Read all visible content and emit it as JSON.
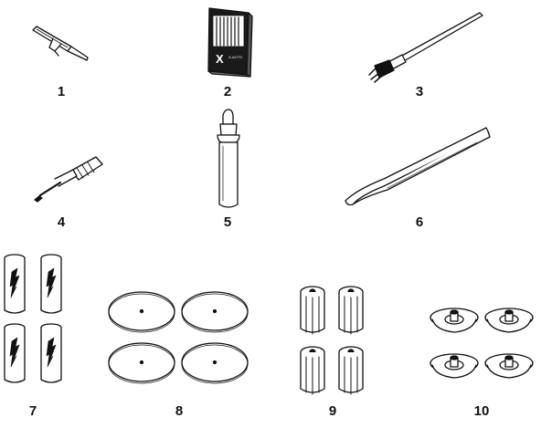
{
  "items": [
    {
      "number": "1",
      "icon": "cutter-tool-icon"
    },
    {
      "number": "2",
      "icon": "pin-pack-icon"
    },
    {
      "number": "3",
      "icon": "cleaning-brush-icon"
    },
    {
      "number": "4",
      "icon": "screwdriver-icon"
    },
    {
      "number": "5",
      "icon": "oil-bottle-icon"
    },
    {
      "number": "6",
      "icon": "tweezers-icon"
    },
    {
      "number": "7",
      "icon": "spare-cartridges-icon"
    },
    {
      "number": "8",
      "icon": "felt-discs-icon"
    },
    {
      "number": "9",
      "icon": "collets-icon"
    },
    {
      "number": "10",
      "icon": "holder-cups-icon"
    }
  ],
  "pack": {
    "logo": "X",
    "small_text": "X-ACTO"
  },
  "colors": {
    "ink": "#111111",
    "paper": "#ffffff",
    "pack": "#1a1a1a"
  }
}
